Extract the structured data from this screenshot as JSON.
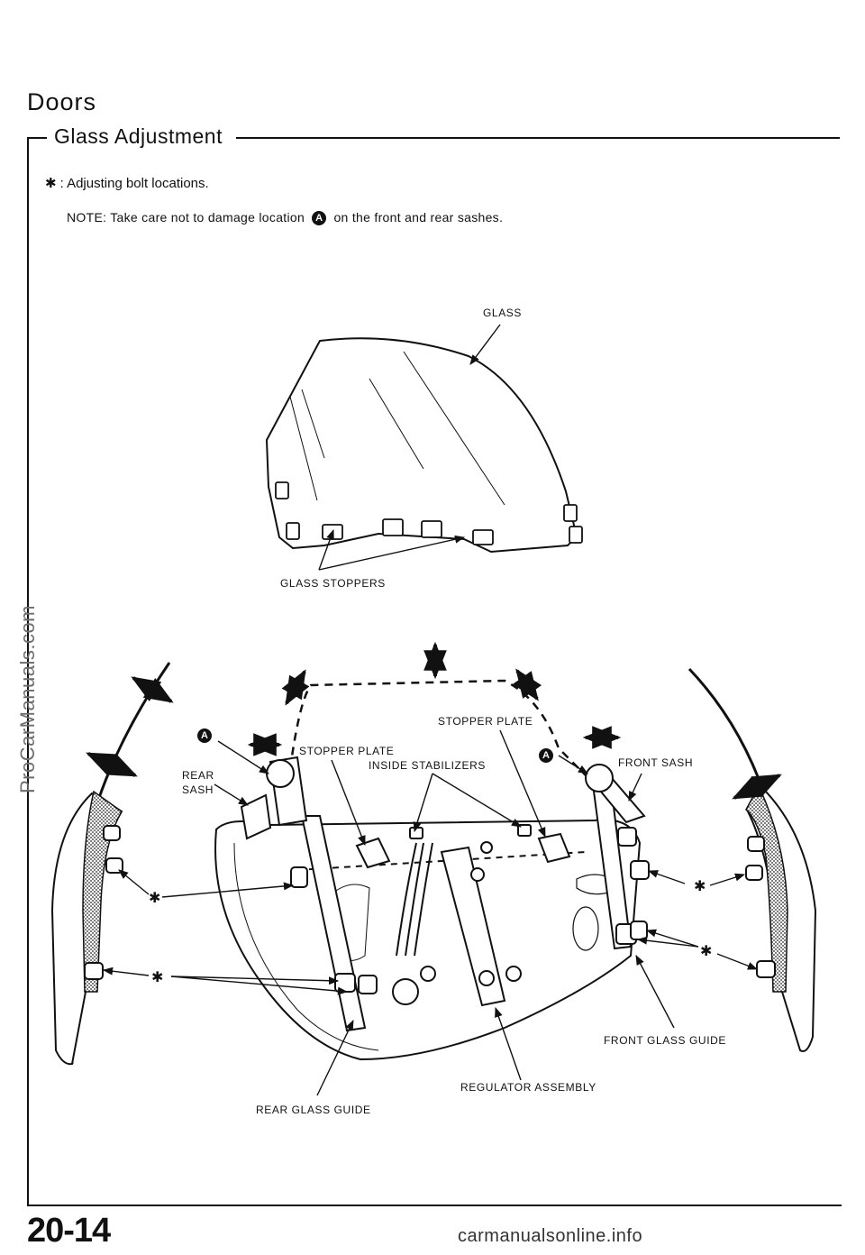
{
  "header": {
    "section": "Doors",
    "subtitle": "Glass Adjustment"
  },
  "legend": {
    "symbol": "✱",
    "text": ": Adjusting bolt locations."
  },
  "note": {
    "prefix": "NOTE:  Take care not to damage  location",
    "marker": "A",
    "suffix": "on the front and rear sashes."
  },
  "labels": {
    "glass": "GLASS",
    "glass_stoppers": "GLASS STOPPERS",
    "stopper_plate_top": "STOPPER  PLATE",
    "stopper_plate_left": "STOPPER  PLATE",
    "inside_stabilizers": "INSIDE STABILIZERS",
    "rear_sash_1": "REAR",
    "rear_sash_2": "SASH",
    "front_sash": "FRONT  SASH",
    "front_glass_guide": "FRONT  GLASS  GUIDE",
    "regulator_assembly": "REGULATOR ASSEMBLY",
    "rear_glass_guide": "REAR GLASS GUIDE",
    "marker_a": "A",
    "bolt_marker": "✱"
  },
  "footer": {
    "page_number": "20-14",
    "watermark_side": "ProCarManuals.com",
    "watermark_bottom": "carmanualsonline.info"
  }
}
